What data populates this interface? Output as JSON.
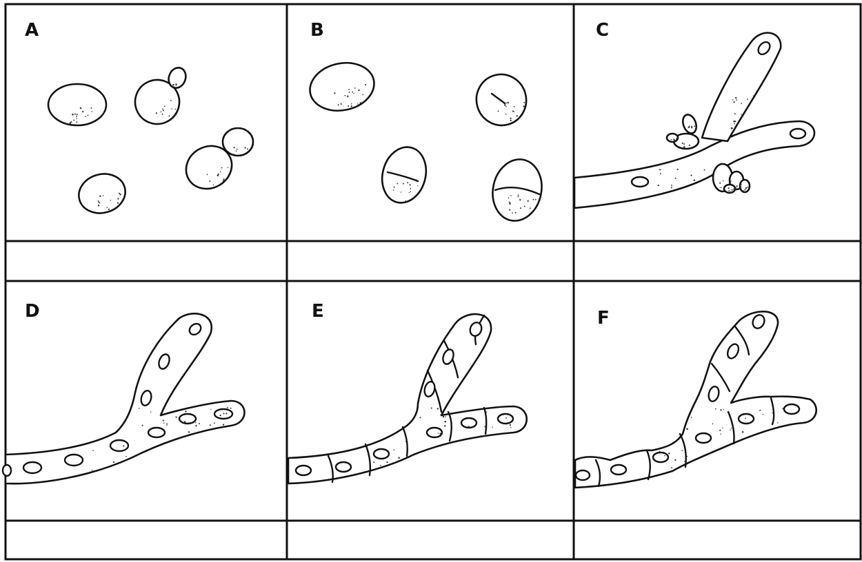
{
  "panels": [
    {
      "id": "panel-a",
      "label": "A",
      "caption": ""
    },
    {
      "id": "panel-b",
      "label": "B",
      "caption": ""
    },
    {
      "id": "panel-c",
      "label": "C",
      "caption": ""
    },
    {
      "id": "panel-d",
      "label": "D",
      "caption": ""
    },
    {
      "id": "panel-e",
      "label": "E",
      "caption": ""
    },
    {
      "id": "panel-f",
      "label": "F",
      "caption": ""
    }
  ],
  "colors": {
    "ink": "#111111",
    "background": "#ffffff"
  }
}
